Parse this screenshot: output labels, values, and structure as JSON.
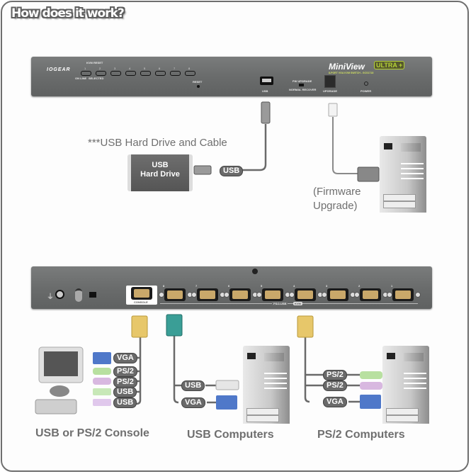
{
  "title": "How does it work?",
  "front_panel": {
    "brand_logo": "IOGEAR",
    "kvm_reset_label": "KVM RESET",
    "hotkey_labels": [
      "ON LINE",
      "SELECTED"
    ],
    "port_buttons": [
      "1",
      "2",
      "3",
      "4",
      "5",
      "6",
      "7",
      "8"
    ],
    "reset_label": "RESET",
    "usb_label": "USB",
    "fw_switch_labels": [
      "FW UPGRADE",
      "NORMAL RECOVER"
    ],
    "upgrade_label": "UPGRADE",
    "power_label": "POWER",
    "product_name": "MiniView",
    "product_badge": "ULTRA +",
    "product_subtitle": "8-PORT VGA KVM SWITCH - GCS1718",
    "badge_color": "#b5d334"
  },
  "usb_drive": {
    "caption": "***USB Hard Drive and Cable",
    "device_label_line1": "USB",
    "device_label_line2": "Hard Drive",
    "cable_tag": "USB"
  },
  "firmware": {
    "caption_line1": "(Firmware",
    "caption_line2": "Upgrade)"
  },
  "rear_panel": {
    "console_label": "CONSOLE",
    "port_numbers": [
      "8",
      "7",
      "6",
      "5",
      "4",
      "3",
      "2",
      "1"
    ],
    "bus_label": "PS/2-USB",
    "bus_badge": "KVM"
  },
  "console_group": {
    "cable_tags": [
      "VGA",
      "PS/2",
      "PS/2",
      "USB",
      "USB"
    ],
    "caption": "USB or PS/2 Console"
  },
  "usb_group": {
    "cable_tags": [
      "USB",
      "VGA"
    ],
    "caption": "USB Computers"
  },
  "ps2_group": {
    "cable_tags": [
      "PS/2",
      "PS/2",
      "VGA"
    ],
    "caption": "PS/2 Computers"
  }
}
